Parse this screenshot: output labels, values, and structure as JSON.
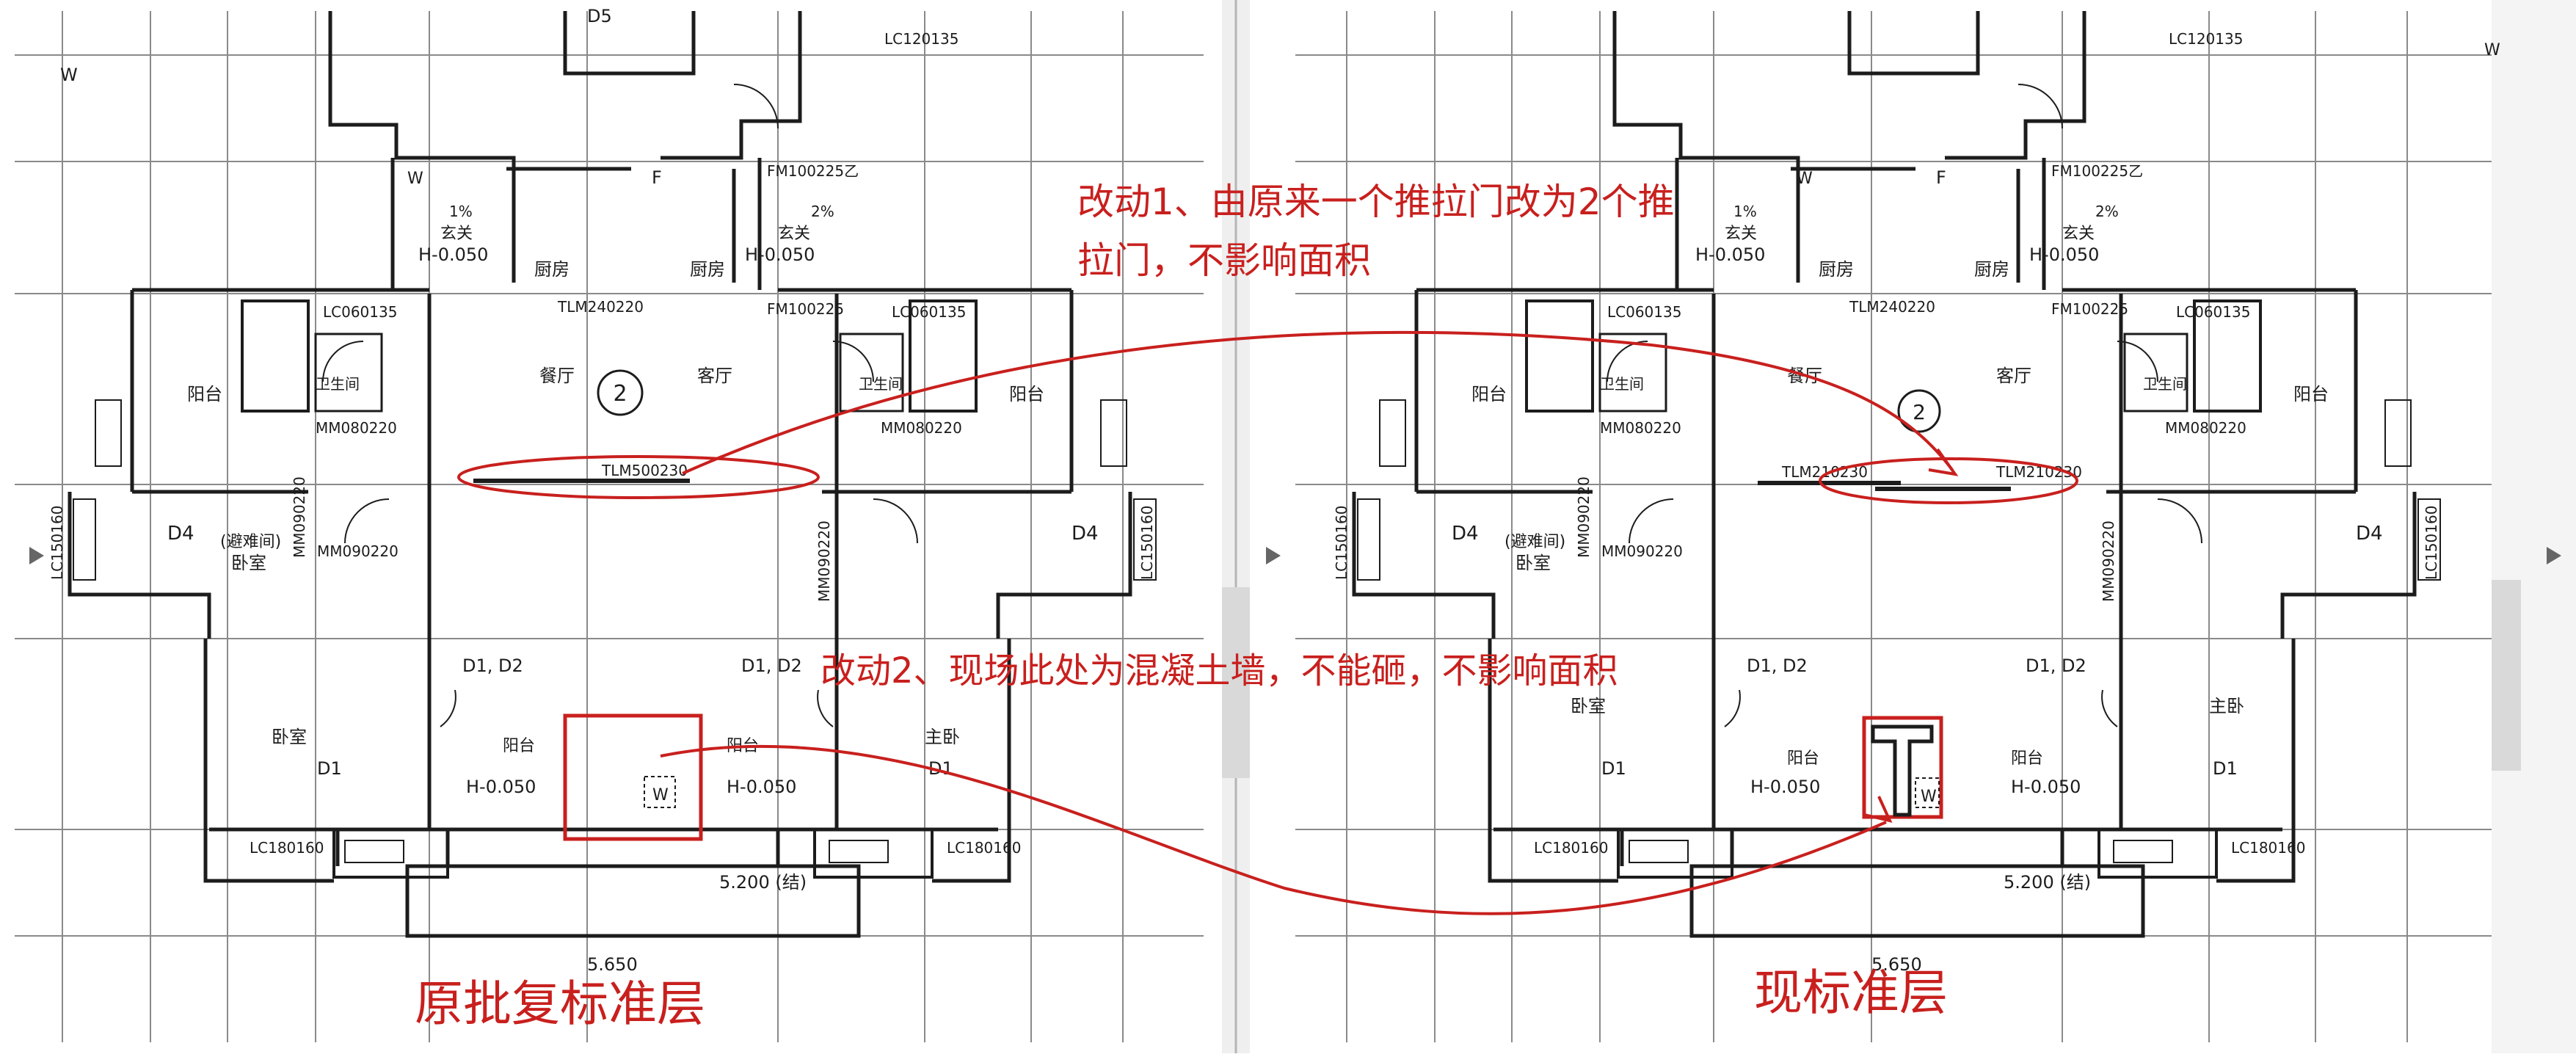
{
  "colors": {
    "ink": "#1c1c1c",
    "grid": "#8a8a8a",
    "annotation_red": "#c8201e",
    "scan_gray": "#d9d9d9",
    "divider_gray": "#b5b5b5"
  },
  "annotations": {
    "change1_line1": "改动1、由原来一个推拉门改为2个推",
    "change1_line2": "拉门，不影响面积",
    "change2": "改动2、现场此处为混凝土墙，不能砸，不影响面积",
    "left_caption": "原批复标准层",
    "right_caption": "现标准层"
  },
  "left_plan": {
    "door_codes": {
      "lc120135": "LC120135",
      "fm1002251": "FM100225乙",
      "fm1002252": "FM100225",
      "tlm240220": "TLM240220",
      "lc060135a": "LC060135",
      "lc060135b": "LC060135",
      "mm080220a": "MM080220",
      "mm080220b": "MM080220",
      "tlm": "TLM500230",
      "lc150160a": "LC150160",
      "lc150160b": "LC150160",
      "mm090220a": "MM090220",
      "mm090220b": "MM090220",
      "mm090220c": "MM090220",
      "lc180160a": "LC180160",
      "lc180160b": "LC180160",
      "d4a": "D4",
      "d4b": "D4",
      "d1d2a": "D1, D2",
      "d1d2b": "D1, D2",
      "d1a": "D1",
      "d1b": "D1",
      "d5": "D5"
    },
    "rooms": {
      "kitchen_a": "厨房",
      "kitchen_b": "厨房",
      "entry_a": "玄关",
      "entry_b": "玄关",
      "dining": "餐厅",
      "living": "客厅",
      "balcony_a": "阳台",
      "balcony_b": "阳台",
      "toilet_a": "卫生间",
      "toilet_b": "卫生间",
      "bedroom_shelter": "(避难间)",
      "bedroom_a": "卧室",
      "bedroom_b": "卧室",
      "master": "主卧",
      "balcony_c": "阳台",
      "balcony_d": "阳台"
    },
    "levels": {
      "h1": "H-0.050",
      "h2": "H-0.050",
      "h3": "H-0.050",
      "h4": "H-0.050"
    },
    "dims": {
      "d1": "5.200 (结)",
      "d2": "5.650"
    },
    "misc": {
      "w1": "W",
      "w2": "W",
      "w3": "W",
      "slope": "1%",
      "slope2": "2%",
      "f1": "F",
      "circle": "2"
    }
  },
  "right_plan": {
    "door_codes": {
      "lc120135": "LC120135",
      "fm1002251": "FM100225乙",
      "fm1002252": "FM100225",
      "tlm240220": "TLM240220",
      "lc060135a": "LC060135",
      "lc060135b": "LC060135",
      "mm080220a": "MM080220",
      "mm080220b": "MM080220",
      "tlm_a": "TLM210230",
      "tlm_b": "TLM210230",
      "lc150160a": "LC150160",
      "lc150160b": "LC150160",
      "mm090220a": "MM090220",
      "mm090220b": "MM090220",
      "mm090220c": "MM090220",
      "lc180160a": "LC180160",
      "lc180160b": "LC180160",
      "d4a": "D4",
      "d4b": "D4",
      "d1d2a": "D1, D2",
      "d1d2b": "D1, D2",
      "d1a": "D1",
      "d1b": "D1"
    },
    "rooms": {
      "kitchen_a": "厨房",
      "kitchen_b": "厨房",
      "entry_a": "玄关",
      "entry_b": "玄关",
      "dining": "餐厅",
      "living": "客厅",
      "balcony_a": "阳台",
      "balcony_b": "阳台",
      "toilet_a": "卫生间",
      "toilet_b": "卫生间",
      "bedroom_shelter": "(避难间)",
      "bedroom_a": "卧室",
      "bedroom_b": "卧室",
      "master": "主卧",
      "balcony_c": "阳台",
      "balcony_d": "阳台"
    },
    "levels": {
      "h1": "H-0.050",
      "h2": "H-0.050",
      "h3": "H-0.050",
      "h4": "H-0.050"
    },
    "dims": {
      "d1": "5.200 (结)",
      "d2": "5.650"
    },
    "misc": {
      "w1": "W",
      "w2": "W",
      "w3": "W",
      "slope": "1%",
      "slope2": "2%",
      "f1": "F",
      "circle": "2"
    }
  }
}
